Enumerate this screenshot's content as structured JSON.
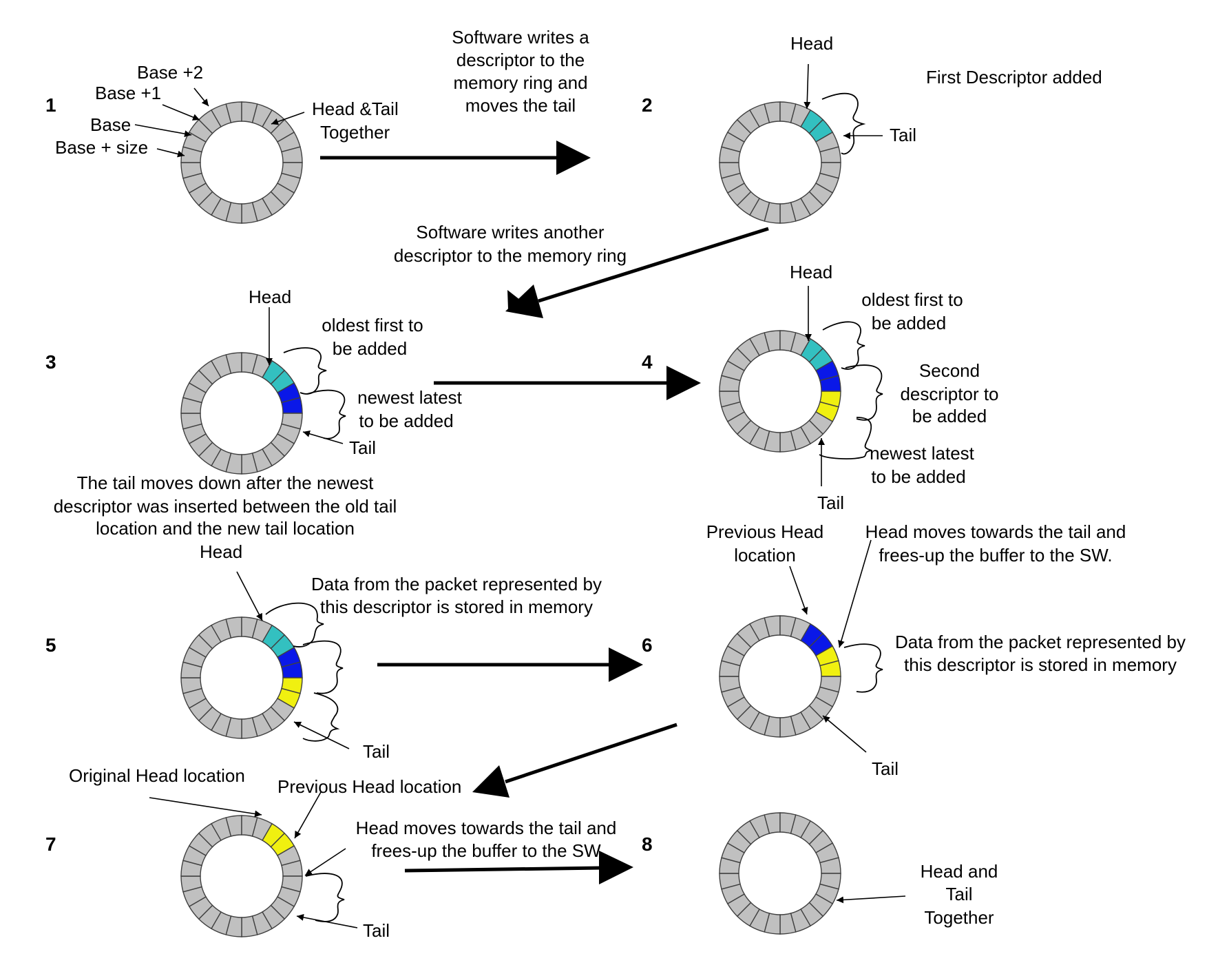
{
  "colors": {
    "empty": "#c0c0c0",
    "first": "#33c0c0",
    "second": "#0a18e8",
    "third": "#f0f010",
    "stroke": "#404040"
  },
  "steps": [
    {
      "number": "1",
      "fill": []
    },
    {
      "number": "2",
      "fill": [
        "first"
      ]
    },
    {
      "number": "3",
      "fill": [
        "first",
        "second"
      ]
    },
    {
      "number": "4",
      "fill": [
        "first",
        "second",
        "third"
      ]
    },
    {
      "number": "5",
      "fill": [
        "first",
        "second",
        "third"
      ]
    },
    {
      "number": "6",
      "fill": [
        "second",
        "third"
      ]
    },
    {
      "number": "7",
      "fill": [
        "third"
      ]
    },
    {
      "number": "8",
      "fill": []
    }
  ],
  "labels": {
    "s1_base2": "Base +2",
    "s1_base1": "Base +1",
    "s1_base": "Base",
    "s1_base_size": "Base + size",
    "s1_headtail_1": "Head &Tail",
    "s1_headtail_2": "Together",
    "a12_1": "Software writes a",
    "a12_2": "descriptor to the",
    "a12_3": "memory ring and",
    "a12_4": "moves the tail",
    "s2_head": "Head",
    "s2_title": "First Descriptor added",
    "s2_tail": "Tail",
    "a23_1": "Software writes another",
    "a23_2": "descriptor to the memory ring",
    "s3_head": "Head",
    "s3_oldest_1": "oldest first to",
    "s3_oldest_2": "be added",
    "s3_newest_1": "newest latest",
    "s3_newest_2": "to be added",
    "s3_tail": "Tail",
    "s3_note_1": "The tail moves down after the newest",
    "s3_note_2": "descriptor was inserted between the old tail",
    "s3_note_3": "location and the new tail location",
    "s4_head": "Head",
    "s4_oldest_1": "oldest first to",
    "s4_oldest_2": "be added",
    "s4_second_1": "Second",
    "s4_second_2": "descriptor to",
    "s4_second_3": "be added",
    "s4_newest_1": "newest latest",
    "s4_newest_2": "to be added",
    "s4_tail": "Tail",
    "s5_head": "Head",
    "s5_data_1": "Data from the packet represented by",
    "s5_data_2": "this descriptor is stored in memory",
    "s5_tail": "Tail",
    "s6_prev_1": "Previous Head",
    "s6_prev_2": "location",
    "s6_moves_1": "Head moves towards the tail and",
    "s6_moves_2": "frees-up the buffer to the SW.",
    "s6_data_1": "Data from the packet represented by",
    "s6_data_2": "this descriptor is stored in memory",
    "s6_tail": "Tail",
    "s7_orig": "Original Head location",
    "s7_prev": "Previous Head location",
    "s7_moves_1": "Head moves towards the tail and",
    "s7_moves_2": "frees-up the buffer to the SW",
    "s7_tail": "Tail",
    "s8_ht_1": "Head and",
    "s8_ht_2": "Tail",
    "s8_ht_3": "Together"
  }
}
